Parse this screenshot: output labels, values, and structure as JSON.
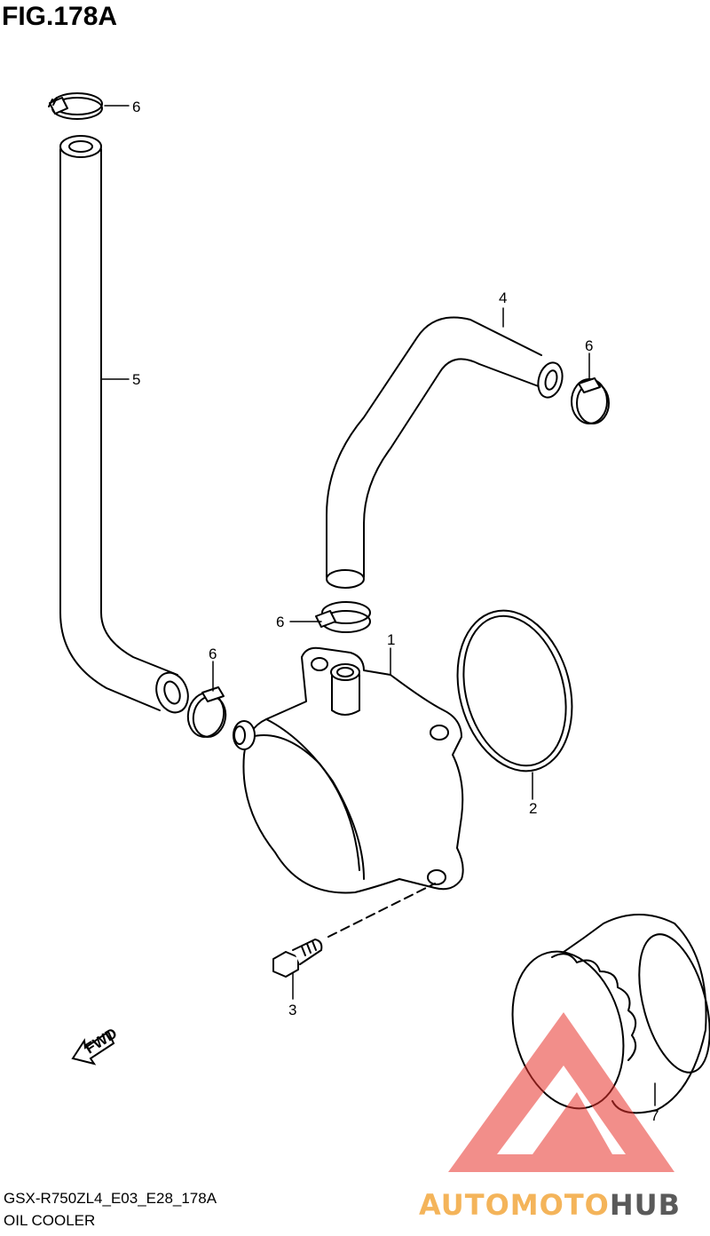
{
  "figure": {
    "title": "FIG.178A",
    "model_code": "GSX-R750ZL4_E03_E28_178A",
    "section_name": "OIL COOLER"
  },
  "callouts": {
    "c1": "1",
    "c2": "2",
    "c3": "3",
    "c4": "4",
    "c5": "5",
    "c6a": "6",
    "c6b": "6",
    "c6c": "6",
    "c6d": "6",
    "c7": "7"
  },
  "direction_arrow": {
    "label": "FWD"
  },
  "watermark": {
    "part1": "AUTOMOTO",
    "part2": "HUB",
    "colors": {
      "primary": "#e8322c",
      "accent": "#f4b45a",
      "dark": "#5a5a5a"
    }
  }
}
